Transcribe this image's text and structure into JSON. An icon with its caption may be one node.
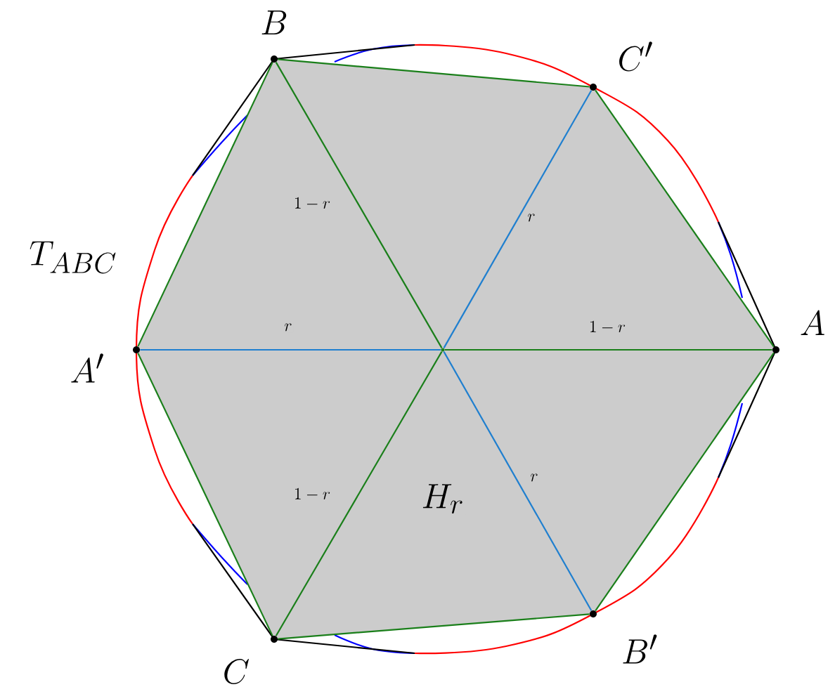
{
  "diagram": {
    "nodes": [
      {
        "text": [],
        "shape": "dot",
        "beside": [
          "A"
        ]
      },
      {
        "text": [],
        "shape": "dot",
        "beside": [
          "B"
        ]
      },
      {
        "text": [],
        "shape": "dot",
        "beside": [
          "C"
        ]
      },
      {
        "text": [],
        "shape": "dot",
        "beside": [
          "A'"
        ]
      },
      {
        "text": [],
        "shape": "dot",
        "beside": [
          "B'"
        ]
      },
      {
        "text": [],
        "shape": "dot",
        "beside": [
          "C'"
        ]
      },
      {
        "text": [],
        "shape": "point"
      }
    ],
    "edges": [
      {
        "from": 0,
        "to": 5,
        "arrow": "none"
      },
      {
        "from": 5,
        "to": 1,
        "arrow": "none"
      },
      {
        "from": 1,
        "to": 3,
        "arrow": "none"
      },
      {
        "from": 3,
        "to": 2,
        "arrow": "none"
      },
      {
        "from": 2,
        "to": 4,
        "arrow": "none"
      },
      {
        "from": 4,
        "to": 0,
        "arrow": "none"
      },
      {
        "from": 1,
        "to": 6,
        "arrow": "none",
        "label": "1-r"
      },
      {
        "from": 2,
        "to": 6,
        "arrow": "none",
        "label": "1-r"
      },
      {
        "from": 6,
        "to": 0,
        "arrow": "none",
        "label": "1-r"
      },
      {
        "from": 3,
        "to": 6,
        "arrow": "none",
        "label": "r",
        "color": "#1f7fcf"
      },
      {
        "from": 5,
        "to": 6,
        "arrow": "none",
        "label": "r",
        "color": "#1f7fcf"
      },
      {
        "from": 4,
        "to": 6,
        "arrow": "none",
        "label": "r",
        "color": "#1f7fcf"
      }
    ],
    "labels": [
      "T_{ABC}",
      "H_r"
    ]
  }
}
